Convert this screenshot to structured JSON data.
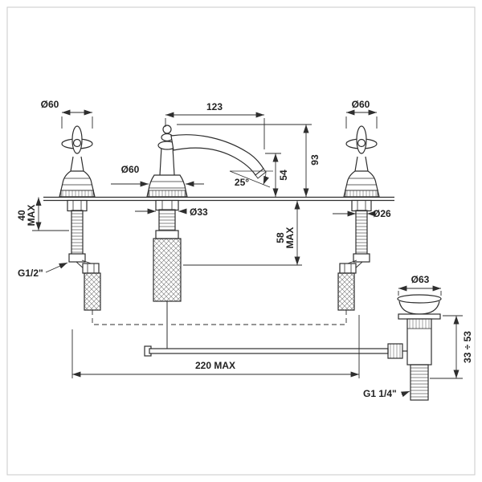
{
  "drawing": {
    "kind": "faucet-installation-dimension-drawing"
  },
  "dimensions": {
    "handle_left_dia": "Ø60",
    "spout_reach": "123",
    "handle_right_dia": "Ø60",
    "spout_base_dia": "Ø60",
    "height_to_top": "93",
    "height_to_outlet": "54",
    "outlet_angle": "25°",
    "center_shank_dia": "Ø33",
    "left_max": {
      "value": "40",
      "qualifier": "MAX"
    },
    "center_max": {
      "value": "58",
      "qualifier": "MAX"
    },
    "right_shank_dia": "Ø26",
    "supply_thread": "G1/2\"",
    "waste_flange_dia": "Ø63",
    "waste_adjust_range": "33 ÷ 53",
    "waste_thread": "G1 1/4\"",
    "overall_span": "220 MAX"
  }
}
